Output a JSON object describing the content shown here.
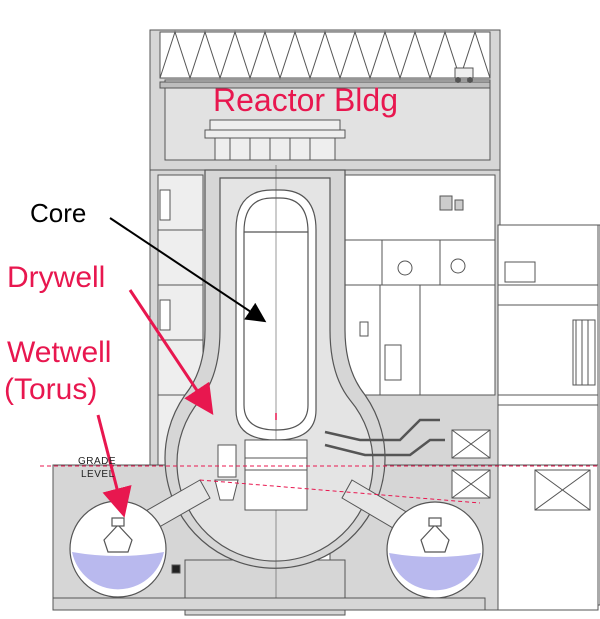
{
  "labels": {
    "reactor_bldg": "Reactor Bldg",
    "core": "Core",
    "drywell": "Drywell",
    "wetwell": "Wetwell",
    "torus": "(Torus)",
    "grade_line1": "GRADE",
    "grade_line2": "LEVEL"
  },
  "colors": {
    "concrete": "#d6d6d6",
    "annotation_red": "#e8174f",
    "water": "#b9b9ee",
    "line": "#555555"
  }
}
